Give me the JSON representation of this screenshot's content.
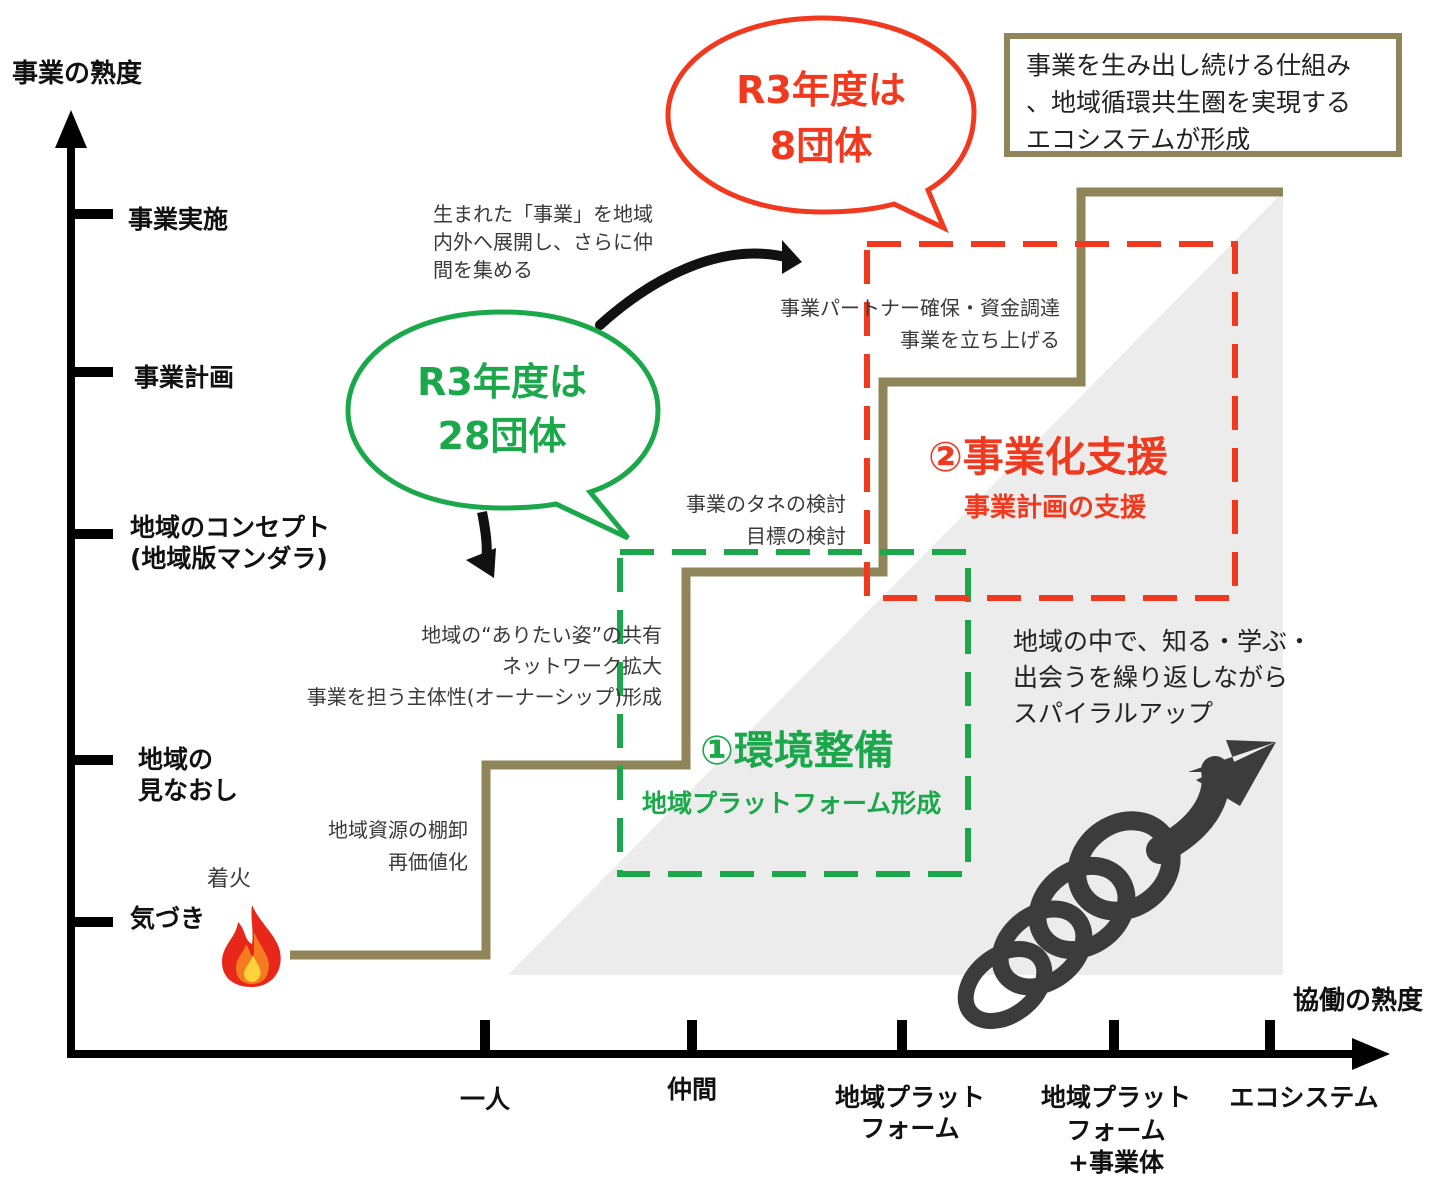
{
  "axes": {
    "y_title": "事業の熟度",
    "x_title": "協働の熟度"
  },
  "y_levels": [
    [
      "気づき"
    ],
    [
      "地域の",
      "見なおし"
    ],
    [
      "地域のコンセプト",
      "(地域版マンダラ)"
    ],
    [
      "事業計画"
    ],
    [
      "事業実施"
    ]
  ],
  "x_levels": [
    [
      "一人"
    ],
    [
      "仲間"
    ],
    [
      "地域プラット",
      "フォーム"
    ],
    [
      "地域プラット",
      "フォーム",
      "+事業体"
    ],
    [
      "エコシステム"
    ]
  ],
  "ignition_label": "着火",
  "fire_icon": "fire-icon",
  "step_notes": [
    [
      "地域資源の棚卸",
      "再価値化"
    ],
    [
      "地域の“ありたい姿”の共有",
      "ネットワーク拡大",
      "事業を担う主体性(オーナーシップ)形成"
    ],
    [
      "事業のタネの検討",
      "目標の検討"
    ],
    [
      "事業パートナー確保・資金調達",
      "事業を立ち上げる"
    ]
  ],
  "arrow_note": [
    "生まれた「事業」を地域",
    "内外へ展開し、さらに仲",
    "間を集める"
  ],
  "bubble_green": [
    "R3年度は",
    "28団体"
  ],
  "bubble_red": [
    "R3年度は",
    "8団体"
  ],
  "eco_box": [
    "事業を生み出し続ける仕組み",
    "、地域循環共生圏を実現する",
    "エコシステムが形成"
  ],
  "support1": {
    "title": "①環境整備",
    "sub": "地域プラットフォーム形成"
  },
  "support2": {
    "title": "②事業化支援",
    "sub": "事業計画の支援"
  },
  "spiral_note": [
    "地域の中で、知る・学ぶ・",
    "出会うを繰り返しながら",
    "スパイラルアップ"
  ],
  "colors": {
    "step_line": "#8f8558",
    "green": "#1aa84b",
    "red": "#f0391f",
    "axis": "#000000",
    "triangle": "#ececec",
    "spiral": "#3c3c3c"
  }
}
